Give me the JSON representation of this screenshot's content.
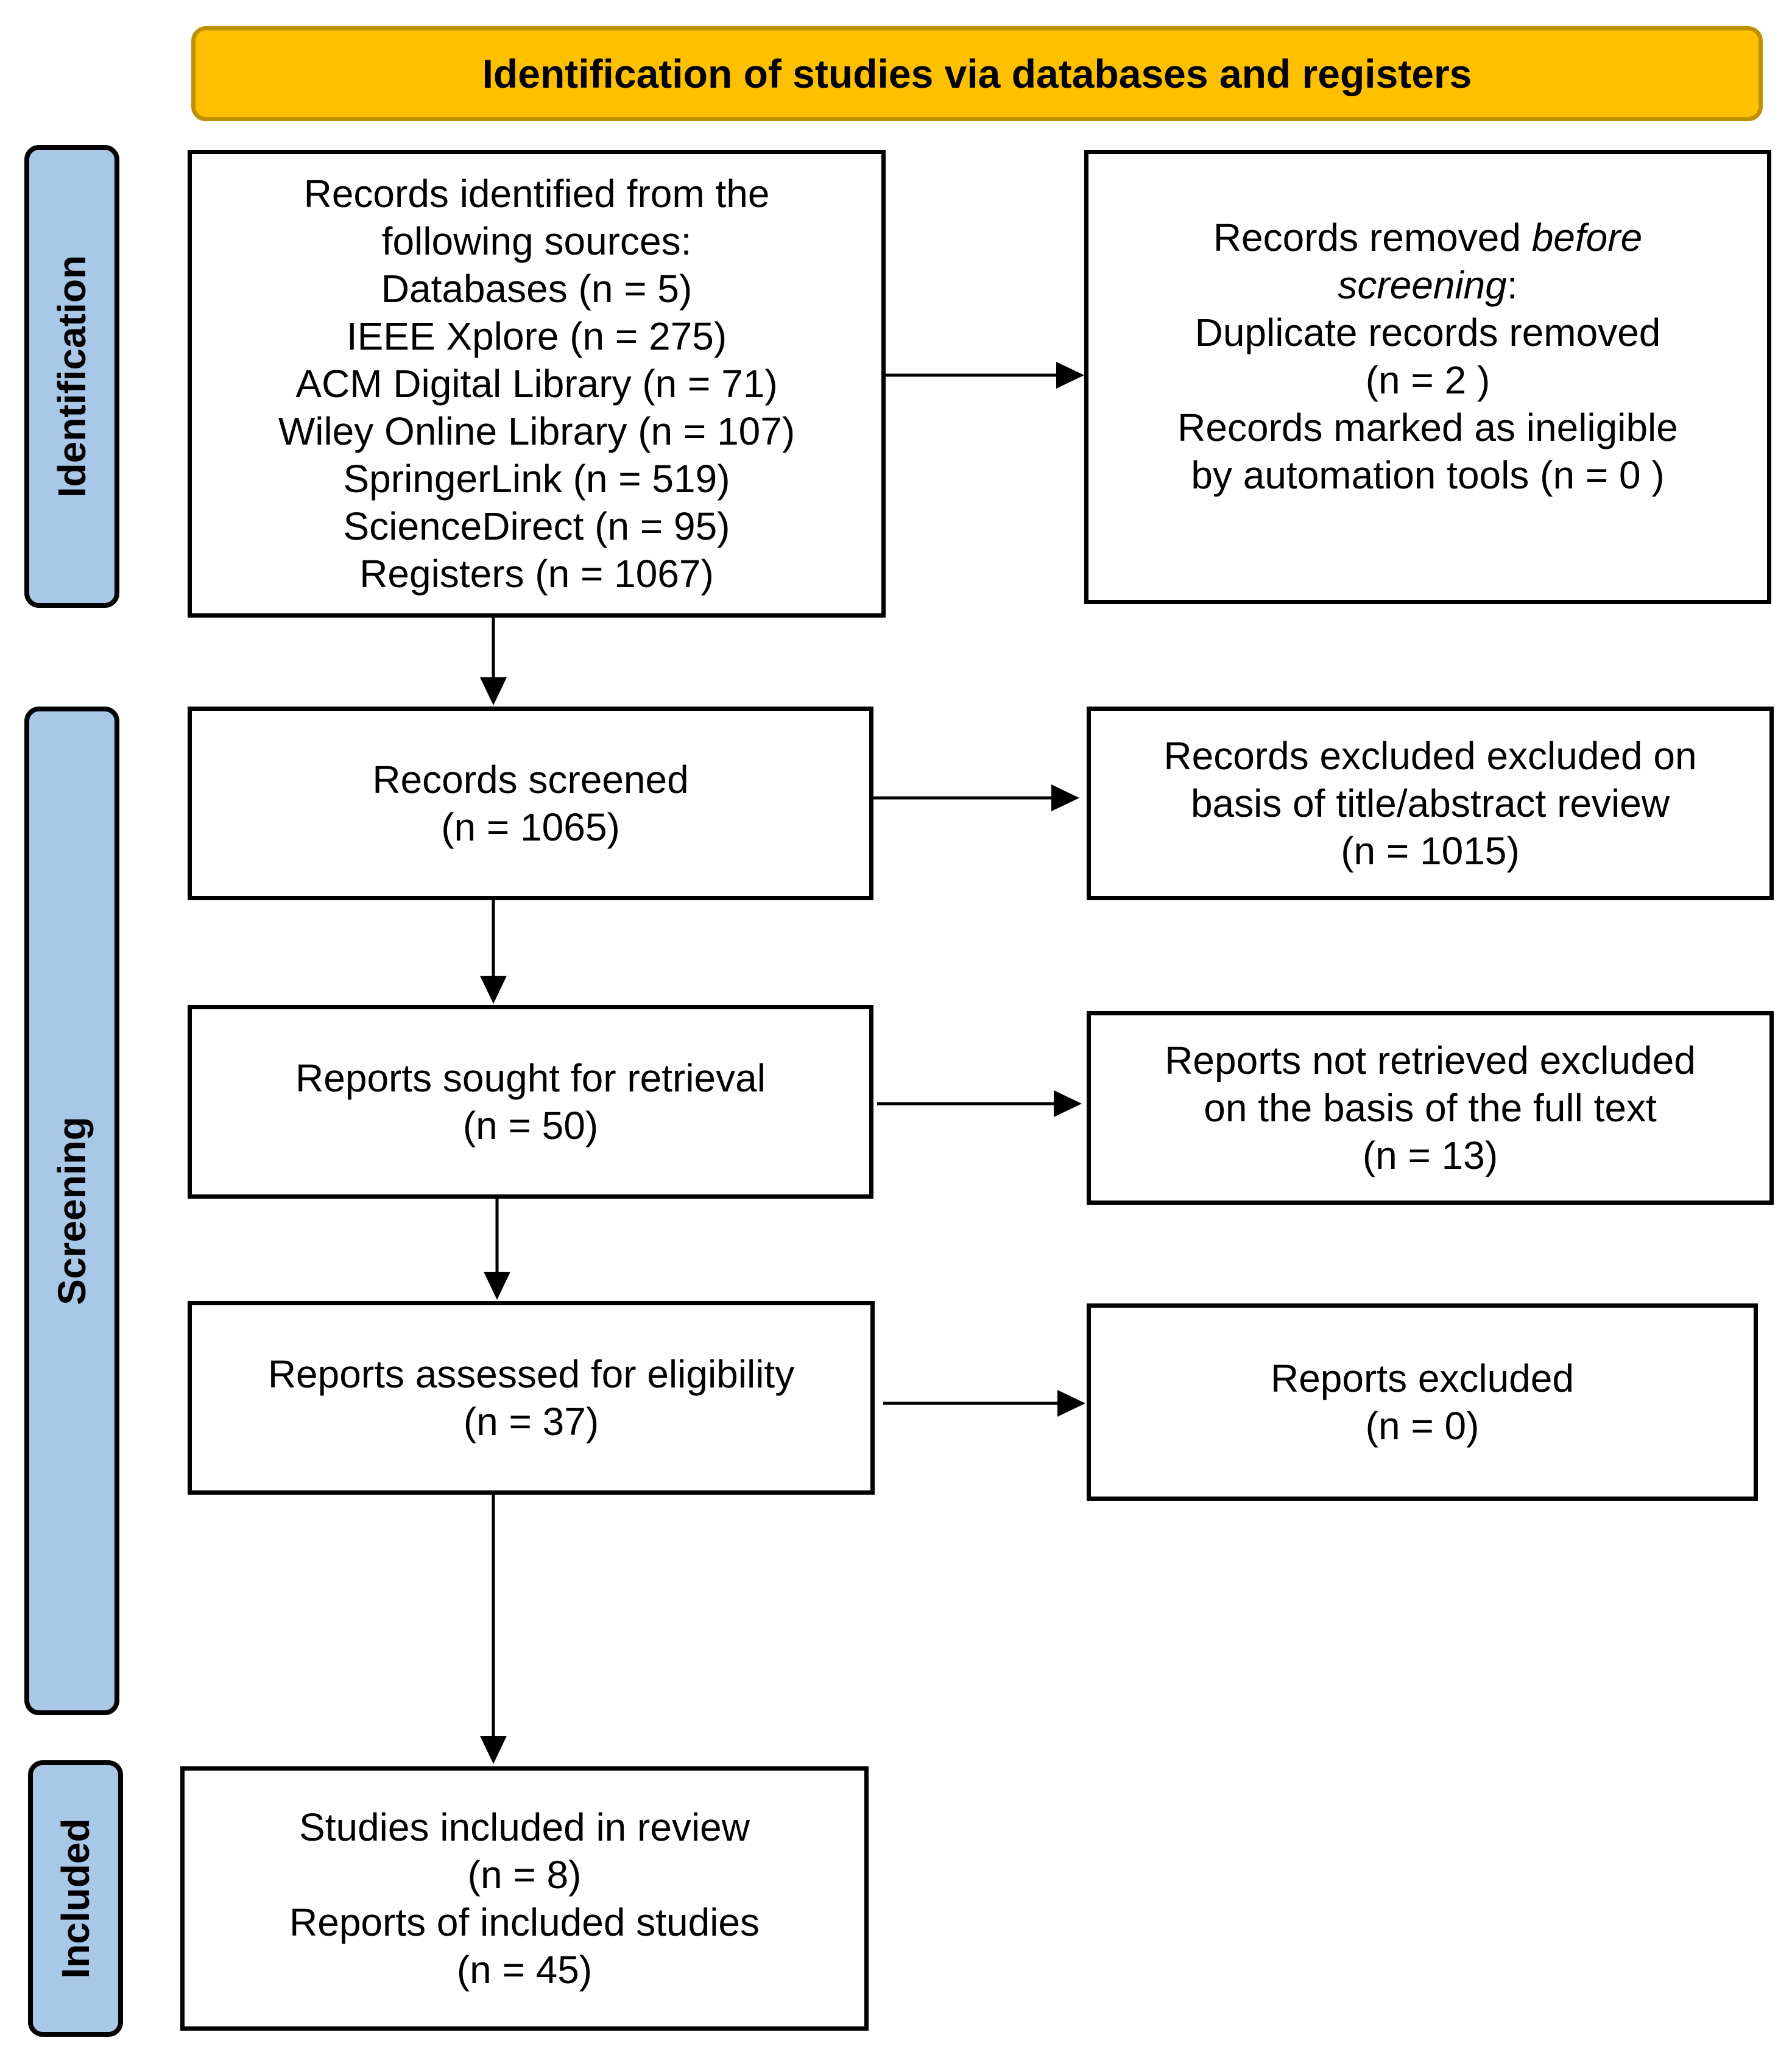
{
  "banner": {
    "title": "Identification of studies via databases and registers"
  },
  "phases": {
    "identification": "Identification",
    "screening": "Screening",
    "included": "Included"
  },
  "identification": {
    "records_identified": {
      "line1": "Records identified from the",
      "line2": "following sources:",
      "line3": "Databases (n = 5)",
      "line4": "IEEE Xplore (n = 275)",
      "line5": "ACM Digital Library (n = 71)",
      "line6": "Wiley Online Library (n = 107)",
      "line7": "SpringerLink (n = 519)",
      "line8": "ScienceDirect (n = 95)",
      "line9": "Registers (n = 1067)"
    },
    "records_removed": {
      "line1_prefix": "Records removed ",
      "line1_italic": "before",
      "line2_italic": "screening",
      "line2_suffix": ":",
      "line3": "Duplicate records removed",
      "line4": "(n = 2 )",
      "line5": "Records marked as ineligible",
      "line6": "by automation tools (n = 0 )"
    }
  },
  "screening": {
    "records_screened": {
      "line1": "Records screened",
      "line2": "(n = 1065)"
    },
    "records_excluded": {
      "line1": "Records excluded excluded on",
      "line2": "basis of title/abstract review",
      "line3": "(n = 1015)"
    },
    "reports_sought": {
      "line1": "Reports sought for retrieval",
      "line2": "(n = 50)"
    },
    "reports_not_retrieved": {
      "line1": "Reports not retrieved excluded",
      "line2": "on the basis of the full text",
      "line3": "(n = 13)"
    },
    "reports_assessed": {
      "line1": "Reports assessed for eligibility",
      "line2": "(n = 37)"
    },
    "reports_excluded": {
      "line1": "Reports excluded",
      "line2": "(n = 0)"
    }
  },
  "included": {
    "studies_included": {
      "line1": "Studies included in review",
      "line2": "(n = 8)",
      "line3": "Reports of included studies",
      "line4": "(n = 45)"
    }
  },
  "colors": {
    "banner_fill": "#ffc000",
    "banner_border": "#bf9000",
    "phase_fill": "#a9c8e8",
    "box_border": "#000000"
  }
}
